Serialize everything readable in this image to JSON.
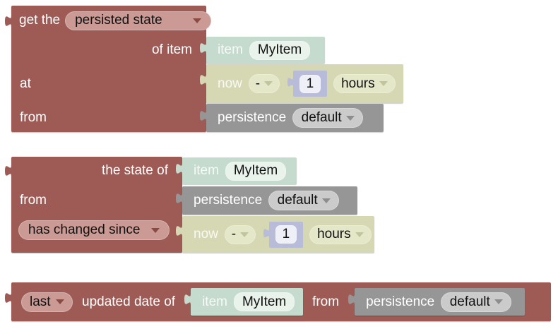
{
  "colors": {
    "block_red": "#9e5b55",
    "block_teal": "#c4dbce",
    "block_olive": "#d6d8b3",
    "block_gray": "#969696",
    "block_lavender": "#b8bcd8",
    "dropdown_red_bg": "#cb9a94",
    "dropdown_olive_bg": "#e5e7c9",
    "dropdown_gray_bg": "#cbcbcb",
    "field_teal_bg": "#e9f3ec",
    "field_number_bg": "#efeff8"
  },
  "block1": {
    "prefix_label": "get the",
    "type_dropdown": "persisted state",
    "of_item_label": "of item",
    "at_label": "at",
    "from_label": "from",
    "item": {
      "label": "item",
      "value": "MyItem"
    },
    "time": {
      "label": "now",
      "operator": "-",
      "number": "1",
      "unit": "hours"
    },
    "persistence": {
      "label": "persistence",
      "service": "default"
    }
  },
  "block2": {
    "state_of_label": "the state of",
    "from_label": "from",
    "condition_dropdown": "has changed since",
    "item": {
      "label": "item",
      "value": "MyItem"
    },
    "persistence": {
      "label": "persistence",
      "service": "default"
    },
    "time": {
      "label": "now",
      "operator": "-",
      "number": "1",
      "unit": "hours"
    }
  },
  "block3": {
    "ordinal_dropdown": "last",
    "updated_label": "updated date of",
    "item": {
      "label": "item",
      "value": "MyItem"
    },
    "from_label": "from",
    "persistence": {
      "label": "persistence",
      "service": "default"
    }
  }
}
